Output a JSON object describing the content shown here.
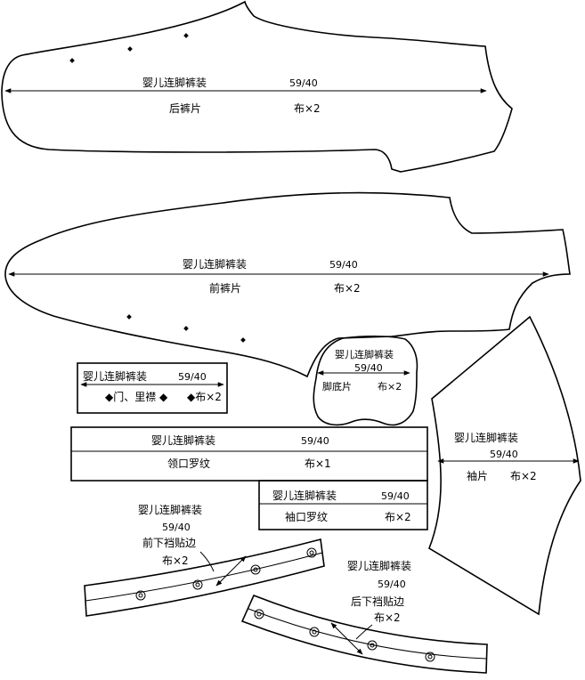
{
  "pieces": {
    "back_pants": {
      "title": "婴儿连脚裤装",
      "size": "59/40",
      "name": "后裤片",
      "qty": "布×2"
    },
    "front_pants": {
      "title": "婴儿连脚裤装",
      "size": "59/40",
      "name": "前裤片",
      "qty": "布×2"
    },
    "sole": {
      "title": "婴儿连脚裤装",
      "size": "59/40",
      "name": "脚底片",
      "qty": "布×2"
    },
    "placket": {
      "title": "婴儿连脚裤装",
      "size": "59/40",
      "name": "◆门、里襟 ◆",
      "qty": "◆布×2"
    },
    "collar_rib": {
      "title": "婴儿连脚裤装",
      "size": "59/40",
      "name": "领口罗纹",
      "qty": "布×1"
    },
    "sleeve": {
      "title": "婴儿连脚裤装",
      "size": "59/40",
      "name": "袖片",
      "qty": "布×2"
    },
    "cuff_rib": {
      "title": "婴儿连脚裤装",
      "size": "59/40",
      "name": "袖口罗纹",
      "qty": "布×2"
    },
    "front_crotch_facing": {
      "title": "婴儿连脚裤装",
      "size": "59/40",
      "name": "前下裆贴边",
      "qty": "布×2"
    },
    "back_crotch_facing": {
      "title": "婴儿连脚裤装",
      "size": "59/40",
      "name": "后下裆贴边",
      "qty": "布×2"
    }
  }
}
